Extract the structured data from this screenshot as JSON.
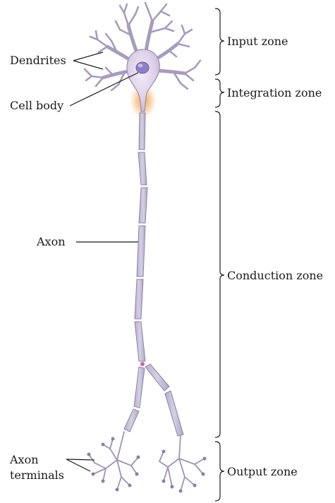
{
  "labels": {
    "dendrites": "Dendrites",
    "cell_body": "Cell body",
    "axon": "Axon",
    "axon_terminals_1": "Axon",
    "axon_terminals_2": "terminals"
  },
  "zones": {
    "input": "Input zone",
    "integration": "Integration zone",
    "conduction": "Conduction zone",
    "output": "Output zone"
  },
  "colors": {
    "neuron_fill": "#cfc6dc",
    "neuron_stroke": "#8e84a3",
    "nucleus": "#8f7fc4",
    "soma_highlight": "#e9dcef",
    "axon_hillock_glow": "#f0a24a",
    "leader_line": "#1a1a1a"
  }
}
